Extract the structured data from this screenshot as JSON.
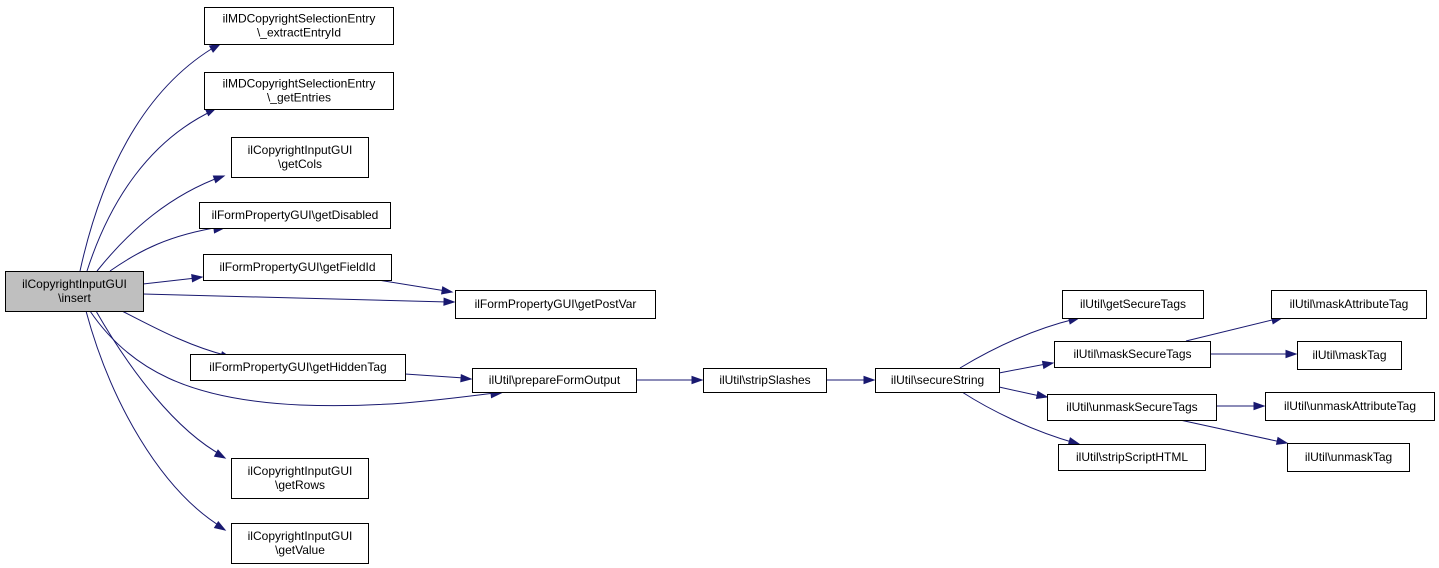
{
  "diagram": {
    "type": "call-graph",
    "nodes": [
      {
        "id": "root",
        "lines": [
          "ilCopyrightInputGUI",
          "\\insert"
        ],
        "root": true
      },
      {
        "id": "extract",
        "lines": [
          "ilMDCopyrightSelectionEntry",
          "\\_extractEntryId"
        ]
      },
      {
        "id": "getEntries",
        "lines": [
          "ilMDCopyrightSelectionEntry",
          "\\_getEntries"
        ]
      },
      {
        "id": "getCols",
        "lines": [
          "ilCopyrightInputGUI",
          "\\getCols"
        ]
      },
      {
        "id": "getDisabled",
        "lines": [
          "ilFormPropertyGUI\\getDisabled"
        ]
      },
      {
        "id": "getFieldId",
        "lines": [
          "ilFormPropertyGUI\\getFieldId"
        ]
      },
      {
        "id": "getPostVar",
        "lines": [
          "ilFormPropertyGUI\\getPostVar"
        ]
      },
      {
        "id": "getHiddenTag",
        "lines": [
          "ilFormPropertyGUI\\getHiddenTag"
        ]
      },
      {
        "id": "prepareFormOutput",
        "lines": [
          "ilUtil\\prepareFormOutput"
        ]
      },
      {
        "id": "getRows",
        "lines": [
          "ilCopyrightInputGUI",
          "\\getRows"
        ]
      },
      {
        "id": "getValue",
        "lines": [
          "ilCopyrightInputGUI",
          "\\getValue"
        ]
      },
      {
        "id": "stripSlashes",
        "lines": [
          "ilUtil\\stripSlashes"
        ]
      },
      {
        "id": "secureString",
        "lines": [
          "ilUtil\\secureString"
        ]
      },
      {
        "id": "getSecureTags",
        "lines": [
          "ilUtil\\getSecureTags"
        ]
      },
      {
        "id": "maskSecureTags",
        "lines": [
          "ilUtil\\maskSecureTags"
        ]
      },
      {
        "id": "unmaskSecureTags",
        "lines": [
          "ilUtil\\unmaskSecureTags"
        ]
      },
      {
        "id": "stripScriptHTML",
        "lines": [
          "ilUtil\\stripScriptHTML"
        ]
      },
      {
        "id": "maskAttributeTag",
        "lines": [
          "ilUtil\\maskAttributeTag"
        ]
      },
      {
        "id": "maskTag",
        "lines": [
          "ilUtil\\maskTag"
        ]
      },
      {
        "id": "unmaskAttributeTag",
        "lines": [
          "ilUtil\\unmaskAttributeTag"
        ]
      },
      {
        "id": "unmaskTag",
        "lines": [
          "ilUtil\\unmaskTag"
        ]
      }
    ],
    "edges": [
      {
        "from": "root",
        "to": "extract"
      },
      {
        "from": "root",
        "to": "getEntries"
      },
      {
        "from": "root",
        "to": "getCols"
      },
      {
        "from": "root",
        "to": "getDisabled"
      },
      {
        "from": "root",
        "to": "getFieldId"
      },
      {
        "from": "root",
        "to": "getPostVar"
      },
      {
        "from": "root",
        "to": "getHiddenTag"
      },
      {
        "from": "root",
        "to": "prepareFormOutput"
      },
      {
        "from": "root",
        "to": "getRows"
      },
      {
        "from": "root",
        "to": "getValue"
      },
      {
        "from": "getFieldId",
        "to": "getPostVar"
      },
      {
        "from": "getHiddenTag",
        "to": "prepareFormOutput"
      },
      {
        "from": "prepareFormOutput",
        "to": "stripSlashes"
      },
      {
        "from": "stripSlashes",
        "to": "secureString"
      },
      {
        "from": "secureString",
        "to": "getSecureTags"
      },
      {
        "from": "secureString",
        "to": "maskSecureTags"
      },
      {
        "from": "secureString",
        "to": "unmaskSecureTags"
      },
      {
        "from": "secureString",
        "to": "stripScriptHTML"
      },
      {
        "from": "maskSecureTags",
        "to": "maskAttributeTag"
      },
      {
        "from": "maskSecureTags",
        "to": "maskTag"
      },
      {
        "from": "unmaskSecureTags",
        "to": "unmaskAttributeTag"
      },
      {
        "from": "unmaskSecureTags",
        "to": "unmaskTag"
      }
    ],
    "colors": {
      "edge": "#191970",
      "node_border": "#000000",
      "node_fill": "#ffffff",
      "root_fill": "#bfbfbf"
    }
  }
}
